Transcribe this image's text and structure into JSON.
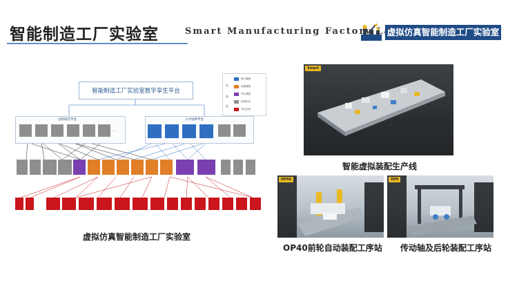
{
  "header": {
    "title_cn": "智能制造工厂实验室",
    "title_en": "Smart Manufacturing Factory Lab",
    "badge": "虚拟仿真智能制造工厂实验室"
  },
  "diagram": {
    "platform_title": "智能制造工厂实验室数字孪生平台",
    "left_group_label": "创新研究平台",
    "right_group_label": "人才培养平台",
    "ellipsis": "……",
    "legend": {
      "side_labels": [
        "必",
        "选",
        "选"
      ],
      "items": [
        "核心课程",
        "拓展课程",
        "专业课程",
        "实践实训",
        "专业必修"
      ]
    },
    "caption": "虚拟仿真智能制造工厂实验室"
  },
  "gallery": {
    "main_tag": "Smart",
    "main_caption": "智能虚拟装配生产线",
    "left_tag": "OP40",
    "left_caption": "OP40前轮自动装配工序站",
    "right_tag": "OP0",
    "right_caption": "传动轴及后轮装配工序站"
  },
  "colors": {
    "accent_blue": "#1f4b86",
    "gray": "#8e8e8e",
    "orange": "#e07f27",
    "purple": "#7a3fb0",
    "red": "#c9151b",
    "blue": "#2e6fc2",
    "tag_yellow": "#e8b925"
  }
}
